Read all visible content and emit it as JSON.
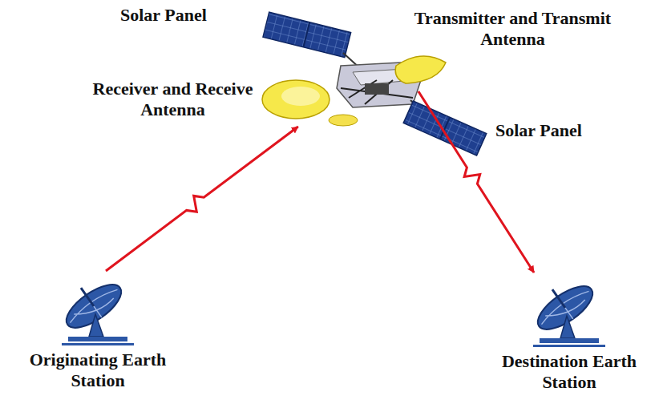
{
  "diagram": {
    "nodes": [
      {
        "text": [
          "Transmitter and Transmit Antenna"
        ]
      },
      {
        "text": [
          "Receiver and Receive Antenna"
        ]
      },
      {
        "text": [
          "Originating Earth Station"
        ]
      },
      {
        "text": [
          "Destination Earth Station"
        ]
      }
    ],
    "edges": [
      {
        "from": 2,
        "to": 1,
        "arrow": "to"
      },
      {
        "from": 0,
        "to": 3,
        "arrow": "to"
      }
    ],
    "labels": [
      "Solar Panel",
      "Solar Panel"
    ]
  }
}
